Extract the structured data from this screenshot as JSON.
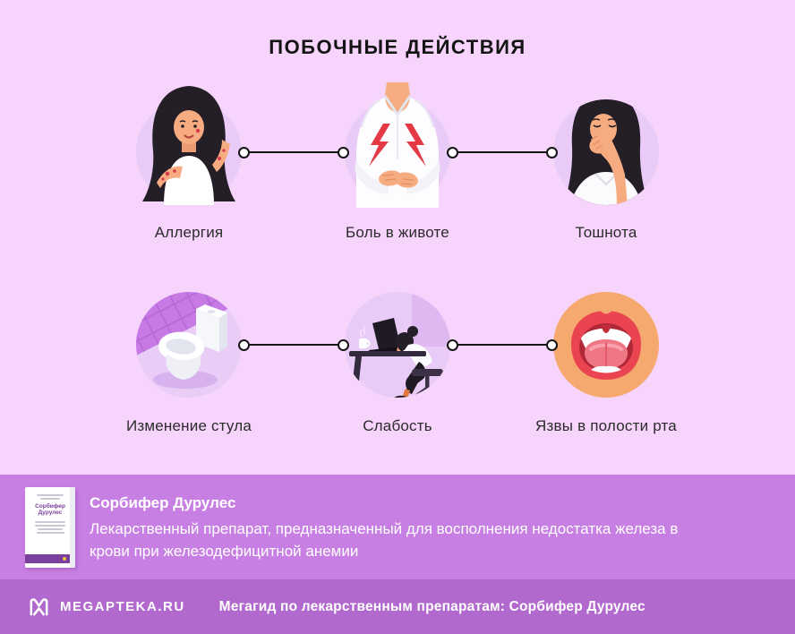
{
  "title": "ПОБОЧНЫЕ ДЕЙСТВИЯ",
  "side_effects": [
    {
      "label": "Аллергия",
      "icon": "allergy-illustration"
    },
    {
      "label": "Боль в животе",
      "icon": "stomach-pain-illustration"
    },
    {
      "label": "Тошнота",
      "icon": "nausea-illustration"
    },
    {
      "label": "Изменение стула",
      "icon": "toilet-illustration"
    },
    {
      "label": "Слабость",
      "icon": "fatigue-desk-illustration"
    },
    {
      "label": "Язвы в полости рта",
      "icon": "mouth-ulcers-illustration"
    }
  ],
  "product": {
    "name": "Сорбифер Дурулес",
    "description": "Лекарственный препарат, предназначенный для восполнения недостатка железа в крови при железодефицитной анемии",
    "box_line1": "Сорбифер",
    "box_line2": "Дурулес"
  },
  "footer": {
    "brand": "MEGAPTEKA.RU",
    "text": "Мегагид по лекарственным препаратам: Сорбифер Дурулес"
  },
  "colors": {
    "page_background": "#f6d4fb",
    "circle_fill": "#e9cbf7",
    "tile_wall": "#c77ae4",
    "mouth_circle": "#f6a96e",
    "product_band": "#c77fe3",
    "footer_band": "#b269ce",
    "connector": "#141414",
    "accent_red": "#e63946",
    "text_dark": "#2b2b2b",
    "text_light": "#ffffff"
  }
}
